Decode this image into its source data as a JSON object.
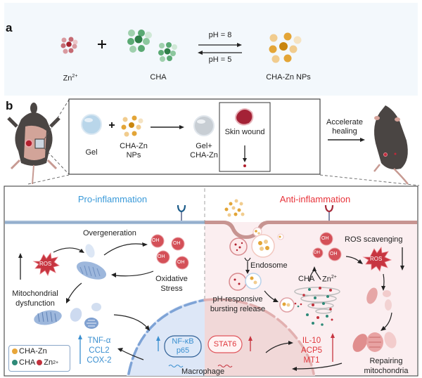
{
  "panel_a": {
    "label": "a",
    "zn_label": "Zn",
    "zn_sup": "2+",
    "plus": "+",
    "cha_label": "CHA",
    "forward_condition": "pH = 8",
    "reverse_condition": "pH = 5",
    "product_label": "CHA-Zn NPs"
  },
  "panel_b": {
    "label": "b",
    "inset": {
      "gel_label": "Gel",
      "plus": "+",
      "nps_label_line1": "CHA-Zn",
      "nps_label_line2": "NPs",
      "combo_label_line1": "Gel+",
      "combo_label_line2": "CHA-Zn",
      "wound_label": "Skin wound"
    },
    "outcome_line1": "Accelerate",
    "outcome_line2": "healing"
  },
  "mechanism": {
    "pro": {
      "title": "Pro-inflammation",
      "overgeneration": "Overgeneration",
      "ros": "ROS",
      "oh": "OH",
      "oxidative_line1": "Oxidative",
      "oxidative_line2": "Stress",
      "mito_line1": "Mitochondrial",
      "mito_line2": "dysfunction",
      "cytokines": [
        "TNF-α",
        "CCL2",
        "COX-2"
      ],
      "nfkb_line1": "NF-κB",
      "nfkb_line2": "p65"
    },
    "anti": {
      "title": "Anti-inflammation",
      "endosome": "Endosome",
      "release_line1": "pH-responsive",
      "release_line2": "bursting release",
      "cha": "CHA",
      "zn": "Zn",
      "zn_sup": "2+",
      "scavenging": "ROS scavenging",
      "ros": "ROS",
      "oh": "OH",
      "stat6": "STAT6",
      "cytokines": [
        "IL-10",
        "ACP5",
        "MT1"
      ],
      "repair_line1": "Repairing",
      "repair_line2": "mitochondria"
    },
    "macrophage": "Macrophage",
    "legend": {
      "item1": "CHA-Zn",
      "item2": "CHA",
      "item3": "Zn",
      "item3_sup": "2+"
    }
  },
  "colors": {
    "cha_zn": "#e8a63a",
    "cha": "#2e8a78",
    "zn": "#c2313c",
    "pro_accent": "#3a9ad9",
    "anti_accent": "#e8333a"
  }
}
